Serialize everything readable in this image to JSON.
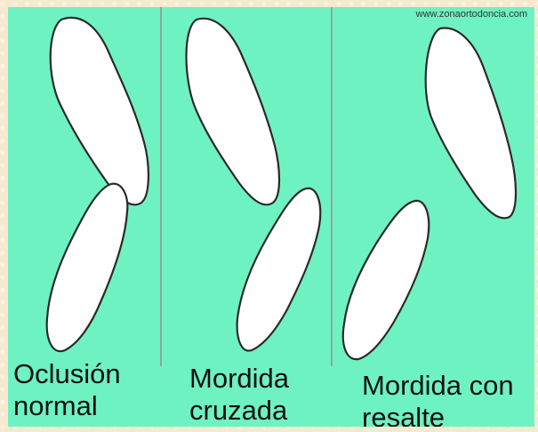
{
  "watermark": "www.zonaortodoncia.com",
  "panels": [
    {
      "line1": "Oclusión",
      "line2": "normal"
    },
    {
      "line1": "Mordida",
      "line2": "cruzada"
    },
    {
      "line1": "Mordida con",
      "line2": "resalte"
    }
  ],
  "colors": {
    "background": "#6ef2c2",
    "border": "#f7e9cf",
    "tooth_fill": "#ffffff",
    "tooth_outline": "#2a2a2a"
  }
}
